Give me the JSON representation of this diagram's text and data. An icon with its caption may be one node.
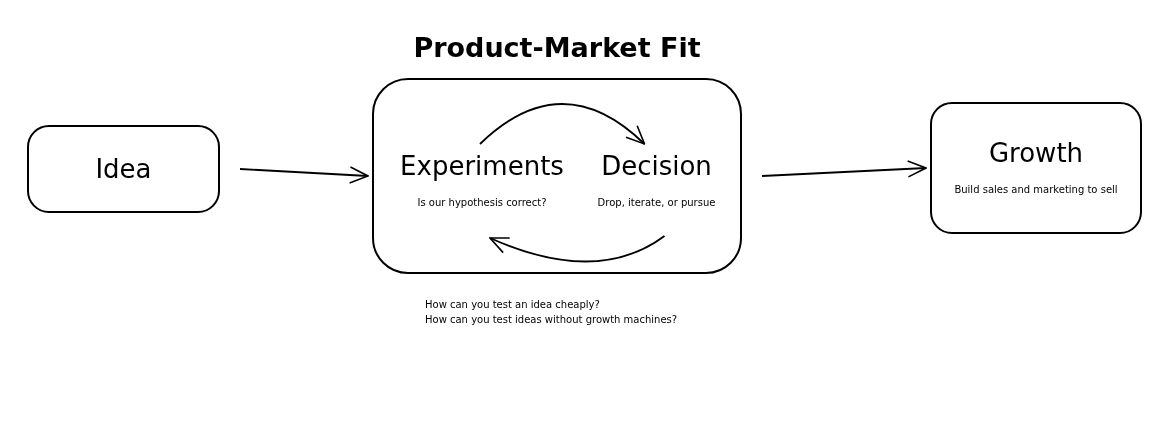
{
  "diagram": {
    "nodes": [
      {
        "text": [
          "Idea"
        ]
      },
      {
        "text": [
          "Product-Market Fit"
        ]
      },
      {
        "text": [
          "Experiments",
          "Is our hypothesis correct?"
        ],
        "in": 1
      },
      {
        "text": [
          "Decision",
          "Drop, iterate, or pursue"
        ],
        "in": 1
      },
      {
        "text": [
          "Growth",
          "Build sales and marketing to sell"
        ]
      }
    ],
    "edges": [
      {
        "from": 0,
        "to": 1,
        "arrow": "to"
      },
      {
        "from": 2,
        "to": 3,
        "arrow": "to"
      },
      {
        "from": 3,
        "to": 2,
        "arrow": "to"
      },
      {
        "from": 1,
        "to": 4,
        "arrow": "to"
      }
    ],
    "labels": [
      "How can you test an idea cheaply?",
      "How can you test ideas without growth machines?"
    ]
  }
}
